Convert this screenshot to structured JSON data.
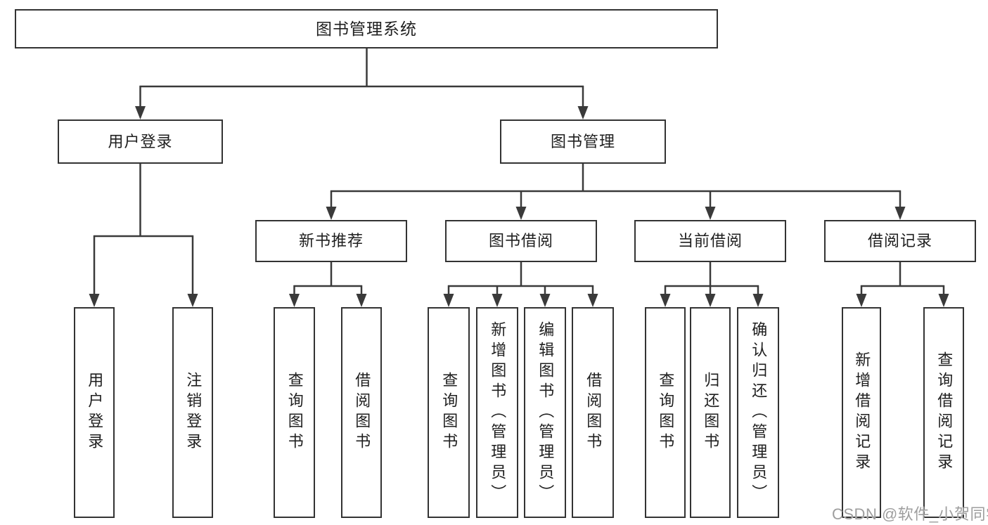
{
  "diagram": {
    "type": "hierarchy-tree",
    "root": {
      "label": "图书管理系统"
    },
    "level2": [
      {
        "label": "用户登录",
        "parent": "图书管理系统"
      },
      {
        "label": "图书管理",
        "parent": "图书管理系统"
      }
    ],
    "level3": [
      {
        "label": "新书推荐",
        "parent": "图书管理"
      },
      {
        "label": "图书借阅",
        "parent": "图书管理"
      },
      {
        "label": "当前借阅",
        "parent": "图书管理"
      },
      {
        "label": "借阅记录",
        "parent": "图书管理"
      }
    ],
    "leaves": [
      {
        "label": "用户登录",
        "parent": "用户登录"
      },
      {
        "label": "注销登录",
        "parent": "用户登录"
      },
      {
        "label": "查询图书",
        "parent": "新书推荐"
      },
      {
        "label": "借阅图书",
        "parent": "新书推荐"
      },
      {
        "label": "查询图书",
        "parent": "图书借阅"
      },
      {
        "label": "新增图书（管理员）",
        "parent": "图书借阅"
      },
      {
        "label": "编辑图书（管理员）",
        "parent": "图书借阅"
      },
      {
        "label": "借阅图书",
        "parent": "图书借阅"
      },
      {
        "label": "查询图书",
        "parent": "当前借阅"
      },
      {
        "label": "归还图书",
        "parent": "当前借阅"
      },
      {
        "label": "确认归还（管理员）",
        "parent": "当前借阅"
      },
      {
        "label": "新增借阅记录",
        "parent": "借阅记录"
      },
      {
        "label": "查询借阅记录",
        "parent": "借阅记录"
      }
    ]
  },
  "watermark": {
    "text": "CSDN @软件_小贺同学",
    "color": "#9e9e9e"
  },
  "colors": {
    "line": "#3a3a3a",
    "box_border": "#333333",
    "box_fill": "#ffffff",
    "text": "#1f1f1f",
    "background": "#ffffff"
  }
}
